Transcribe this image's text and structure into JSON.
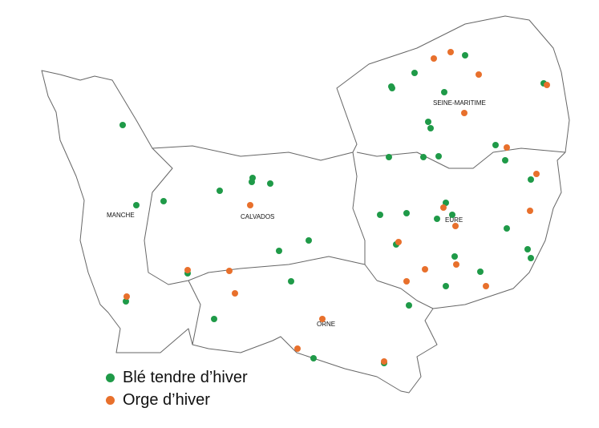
{
  "departments": {
    "manche": "MANCHE",
    "calvados": "CALVADOS",
    "eure": "EURE",
    "seine_maritime": "SEINE-MARITIME",
    "orne": "ORNE"
  },
  "legend": [
    {
      "label": "Blé tendre d’hiver",
      "color": "#1f9a48"
    },
    {
      "label": "Orge d’hiver",
      "color": "#e8702c"
    }
  ]
}
